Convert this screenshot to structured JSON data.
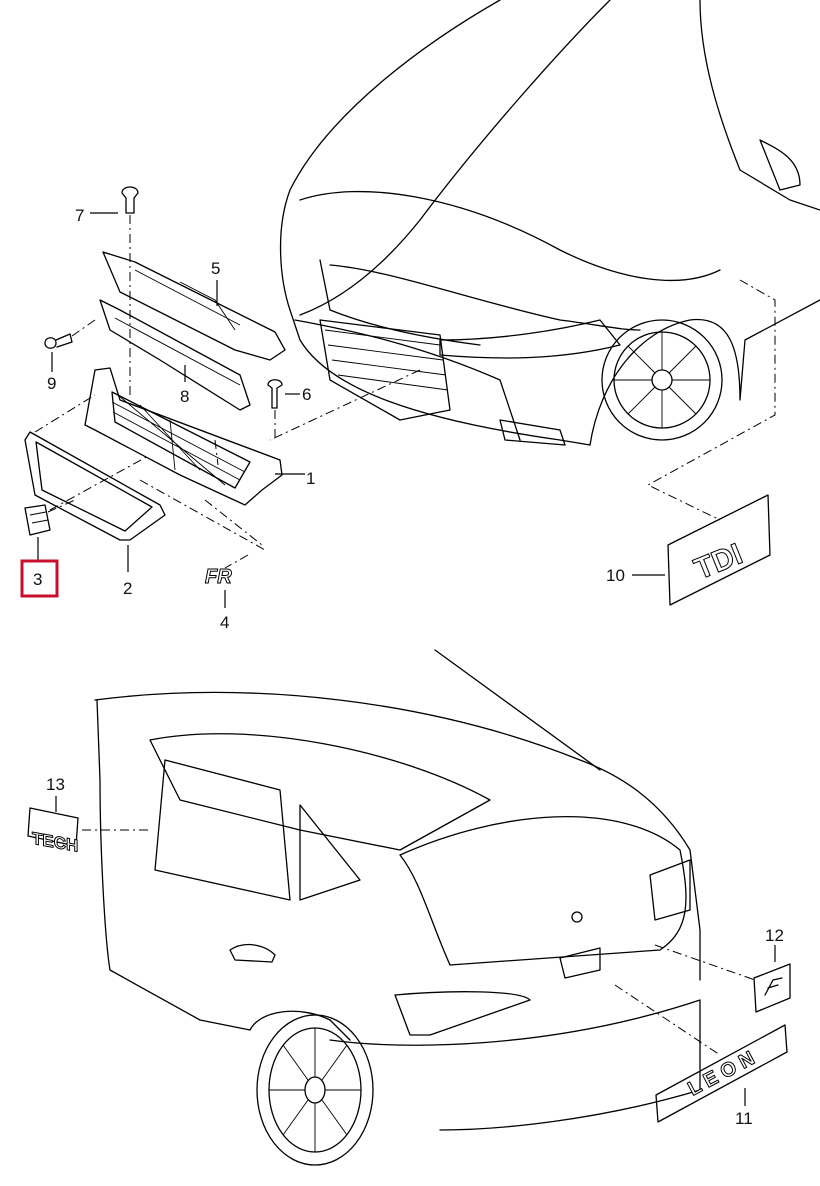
{
  "diagram": {
    "title": "Front grille and emblems parts diagram",
    "highlight_color": "#c8102e",
    "highlighted_part": "3",
    "parts": [
      {
        "number": "1"
      },
      {
        "number": "2"
      },
      {
        "number": "3"
      },
      {
        "number": "4"
      },
      {
        "number": "5"
      },
      {
        "number": "6"
      },
      {
        "number": "7"
      },
      {
        "number": "8"
      },
      {
        "number": "9"
      },
      {
        "number": "10"
      },
      {
        "number": "11"
      },
      {
        "number": "12"
      },
      {
        "number": "13"
      }
    ],
    "badges": {
      "tdi": "TDI",
      "leon": "L E O N",
      "fr": "FR",
      "tech": "TECH"
    }
  }
}
